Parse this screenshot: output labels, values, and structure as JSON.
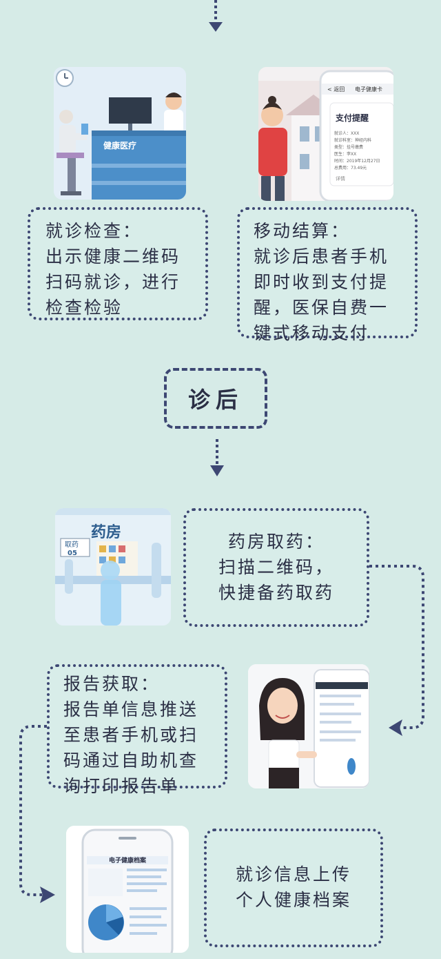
{
  "step_checkup": {
    "title": "就诊检查：",
    "lines": [
      "出示健康二维码",
      "扫码就诊，进行",
      "检查检验"
    ],
    "illustration_sign": "健康医疗"
  },
  "step_payment": {
    "title": "移动结算：",
    "lines": [
      "就诊后患者手机",
      "即时收到支付提",
      "醒，医保自费一",
      "键式移动支付"
    ],
    "phone": {
      "back": "< 返回",
      "header": "电子健康卡",
      "card_title": "支付提醒",
      "rows": [
        "就诊人：XXX",
        "就诊科室：神经内科",
        "类型：挂号缴费",
        "医生：李XX",
        "时间：2019年12月27日",
        "总费用：73.49元"
      ],
      "footer": "详情"
    }
  },
  "section_after": {
    "title": "诊后"
  },
  "step_pharmacy": {
    "lines": [
      "药房取药：",
      "扫描二维码，",
      "快捷备药取药"
    ],
    "illustration_sign": "药房",
    "window_label_1": "取药",
    "window_label_2": "05"
  },
  "step_report": {
    "lines": [
      "报告获取：",
      "报告单信息推送",
      "至患者手机或扫",
      "码通过自助机查",
      "询打印报告单"
    ]
  },
  "step_upload": {
    "lines": [
      "就诊信息上传",
      "个人健康档案"
    ],
    "phone_title": "电子健康档案"
  },
  "colors": {
    "background": "#d6ebe7",
    "border": "#3d4773",
    "accent_blue": "#3f87c9"
  }
}
